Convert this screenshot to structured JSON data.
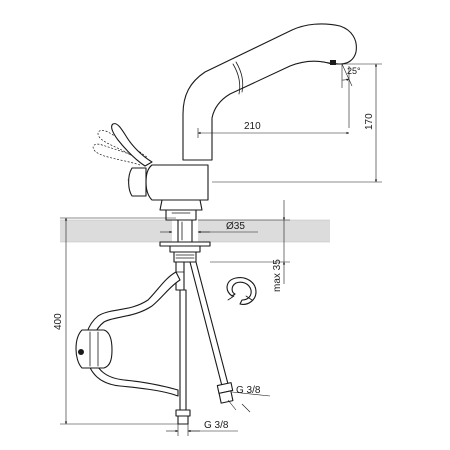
{
  "diagram": {
    "dimensions": {
      "spout_reach": "210",
      "spout_height": "170",
      "spray_angle": "25°",
      "hole_diameter": "Ø35",
      "max_deck_thickness": "max 35",
      "total_length": "400",
      "hose_thread_left": "G 3/8",
      "hose_thread_right": "G 3/8"
    },
    "colors": {
      "line": "#1a1a1a",
      "countertop": "#dcdcdc",
      "background": "#ffffff"
    }
  }
}
